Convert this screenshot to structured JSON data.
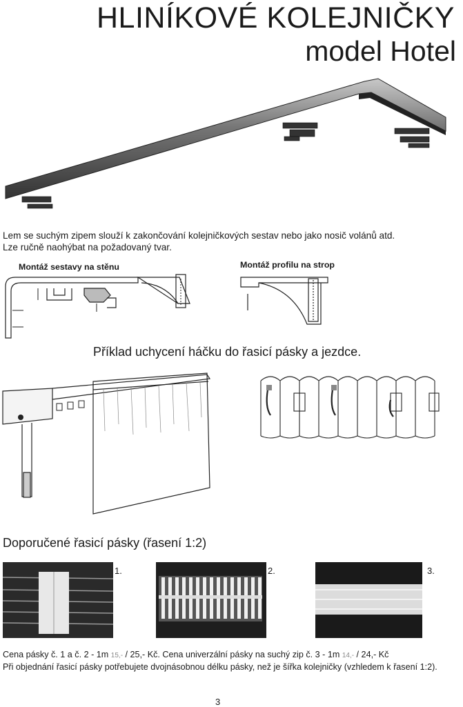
{
  "header": {
    "title": "HLINÍKOVÉ KOLEJNIČKY",
    "subtitle": "model Hotel"
  },
  "intro": {
    "line1": "Lem se suchým zipem slouží k zakončování kolejničkových sestav nebo jako nosič volánů atd.",
    "line2": "Lze ručně naohýbat na požadovaný tvar."
  },
  "diagrams": {
    "wall_label": "Montáž sestavy  na stěnu",
    "ceiling_label": "Montáž profilu na strop"
  },
  "example_heading": "Příklad uchycení háčku do řasicí pásky a jezdce.",
  "tapes": {
    "heading": "Doporučené řasicí pásky (řasení 1:2)",
    "items": [
      {
        "number": "1."
      },
      {
        "number": "2."
      },
      {
        "number": "3."
      }
    ]
  },
  "pricing": {
    "part1": "Cena pásky č. 1 a č. 2  - 1m ",
    "old1": "15,-",
    "part2": " / 25,- Kč. Cena univerzální pásky na suchý zip č. 3  -  1m ",
    "old2": "14,-",
    "part3": " / 24,- Kč",
    "note": "Při objednání řasicí pásky potřebujete dvojnásobnou délku pásky, než je šířka kolejničky (vzhledem k řasení 1:2)."
  },
  "page_number": "3"
}
